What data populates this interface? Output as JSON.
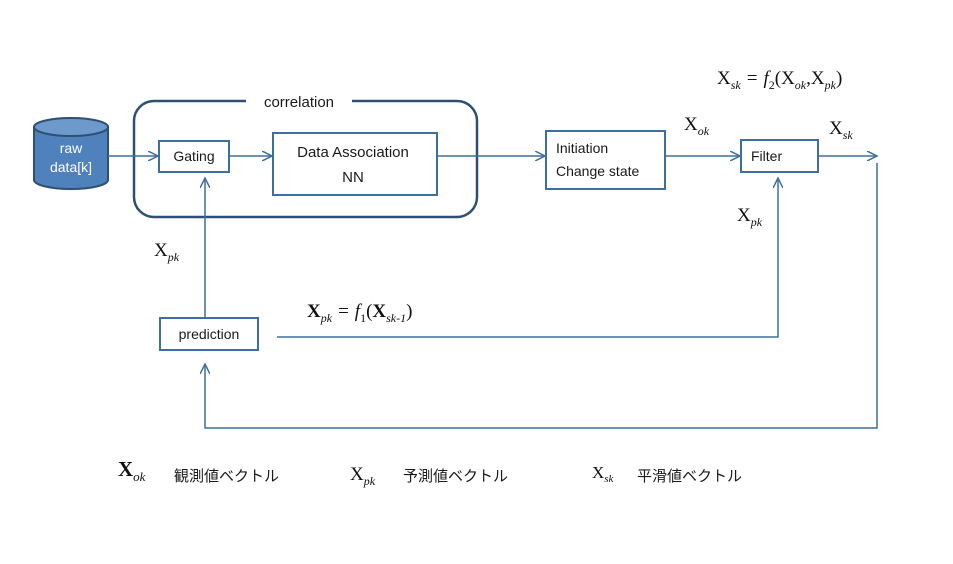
{
  "colors": {
    "stroke": "#3e6f9e",
    "cylinder_fill": "#4f81bd",
    "cylinder_top": "#6d99cc",
    "cylinder_text": "#ffffff",
    "text": "#1a1a1a"
  },
  "diagram": {
    "raw_data": {
      "line1": "raw",
      "line2": "data[k]"
    },
    "correlation_group": {
      "label": "correlation"
    },
    "gating": {
      "label": "Gating"
    },
    "data_association": {
      "line1": "Data Association",
      "line2": "NN"
    },
    "initiation": {
      "line1": "Initiation",
      "line2": "Change state"
    },
    "filter": {
      "label": "Filter"
    },
    "prediction": {
      "label": "prediction"
    }
  },
  "formulas": {
    "smoothing": {
      "lhs": "X",
      "lhs_sub": "sk",
      "eq": "=",
      "func": "f",
      "func_sub": "2",
      "arg1": "X",
      "arg1_sub": "ok",
      "comma": ",",
      "arg2": "X",
      "arg2_sub": "pk"
    },
    "prediction": {
      "lhs": "X",
      "lhs_sub": "pk",
      "eq": "=",
      "func": "f",
      "func_sub": "1",
      "arg": "X",
      "arg_sub": "sk-1"
    },
    "label_xok": {
      "base": "X",
      "sub": "ok"
    },
    "label_xsk": {
      "base": "X",
      "sub": "sk"
    },
    "label_xpk_filter": {
      "base": "X",
      "sub": "pk"
    },
    "label_xpk_gating": {
      "base": "X",
      "sub": "pk"
    }
  },
  "legend": [
    {
      "base": "X",
      "sub": "ok",
      "desc": "観測値ベクトル"
    },
    {
      "base": "X",
      "sub": "pk",
      "desc": "予測値ベクトル"
    },
    {
      "base": "X",
      "sub": "sk",
      "desc": "平滑値ベクトル"
    }
  ]
}
